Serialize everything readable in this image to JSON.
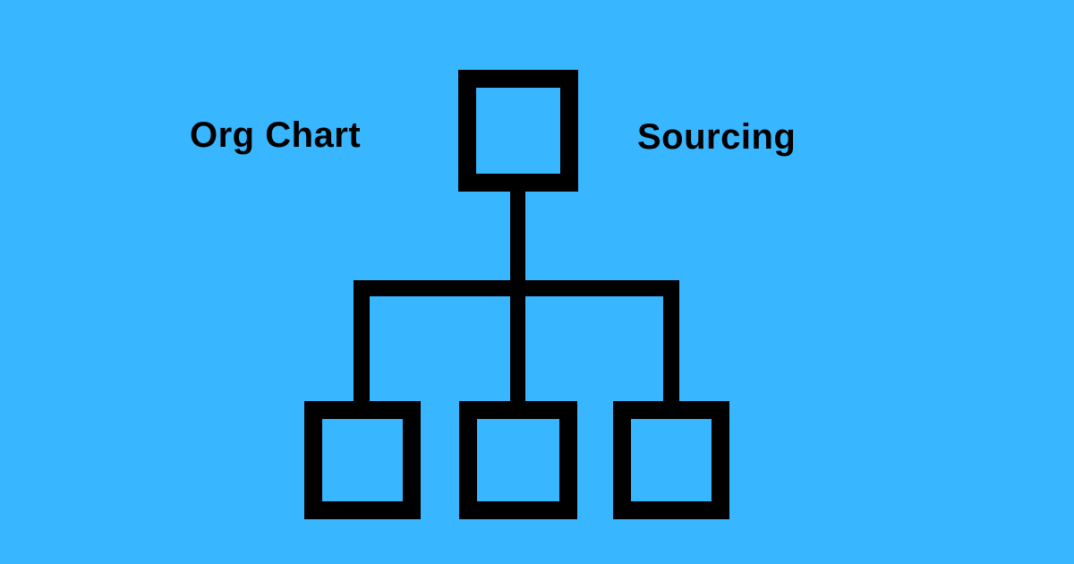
{
  "banner": {
    "left_label": "Org Chart",
    "right_label": "Sourcing"
  },
  "icon": {
    "name": "org-chart-icon",
    "description": "Black outlined org chart: one parent square connected to three child squares"
  },
  "colors": {
    "background": "#38B6FF",
    "icon": "#000000",
    "text": "#000000"
  }
}
